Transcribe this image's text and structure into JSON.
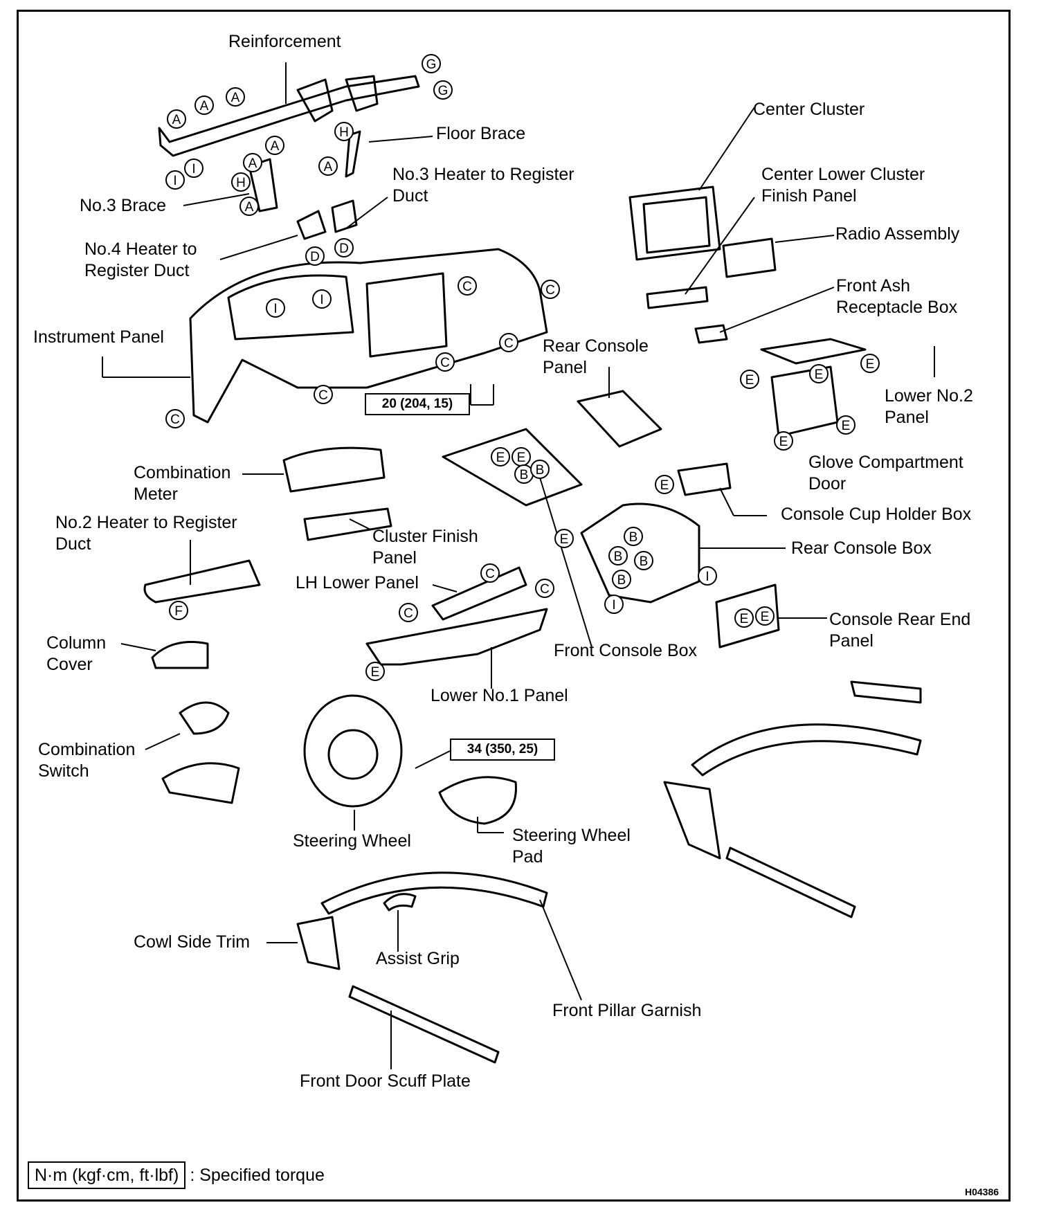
{
  "labels": {
    "reinforcement": "Reinforcement",
    "floor_brace": "Floor Brace",
    "no3_brace": "No.3 Brace",
    "no3_heater_duct": [
      "No.3 Heater to Register",
      "Duct"
    ],
    "no4_heater_duct": [
      "No.4 Heater to",
      "Register Duct"
    ],
    "instrument_panel": "Instrument Panel",
    "center_cluster": "Center Cluster",
    "center_lower_cluster": [
      "Center Lower Cluster",
      "Finish Panel"
    ],
    "radio_assembly": "Radio Assembly",
    "front_ash_box": [
      "Front Ash",
      "Receptacle Box"
    ],
    "rear_console_panel": [
      "Rear Console",
      "Panel"
    ],
    "lower_no2_panel": [
      "Lower No.2",
      "Panel"
    ],
    "glove_door": [
      "Glove Compartment",
      "Door"
    ],
    "combination_meter": [
      "Combination",
      "Meter"
    ],
    "console_cup_holder": "Console Cup Holder Box",
    "rear_console_box": "Rear Console Box",
    "no2_heater_duct": [
      "No.2 Heater to Register",
      "Duct"
    ],
    "cluster_finish_panel": [
      "Cluster Finish",
      "Panel"
    ],
    "lh_lower_panel": "LH Lower Panel",
    "console_rear_end": [
      "Console Rear End",
      "Panel"
    ],
    "column_cover": [
      "Column",
      "Cover"
    ],
    "front_console_box": "Front Console Box",
    "lower_no1_panel": "Lower No.1 Panel",
    "combination_switch": [
      "Combination",
      "Switch"
    ],
    "steering_wheel": "Steering Wheel",
    "steering_wheel_pad": [
      "Steering Wheel",
      "Pad"
    ],
    "cowl_side_trim": "Cowl Side Trim",
    "assist_grip": "Assist Grip",
    "front_pillar_garnish": "Front Pillar Garnish",
    "front_door_scuff": "Front Door Scuff Plate"
  },
  "torques": {
    "instrument_panel_bolt": "20 (204, 15)",
    "steering_wheel_nut": "34 (350, 25)"
  },
  "callouts": [
    "A",
    "B",
    "C",
    "D",
    "E",
    "F",
    "G",
    "H",
    "I"
  ],
  "legend": {
    "unit_box": "N·m (kgf·cm, ft·lbf)",
    "text": ": Specified torque"
  },
  "figure_id": "H04386"
}
